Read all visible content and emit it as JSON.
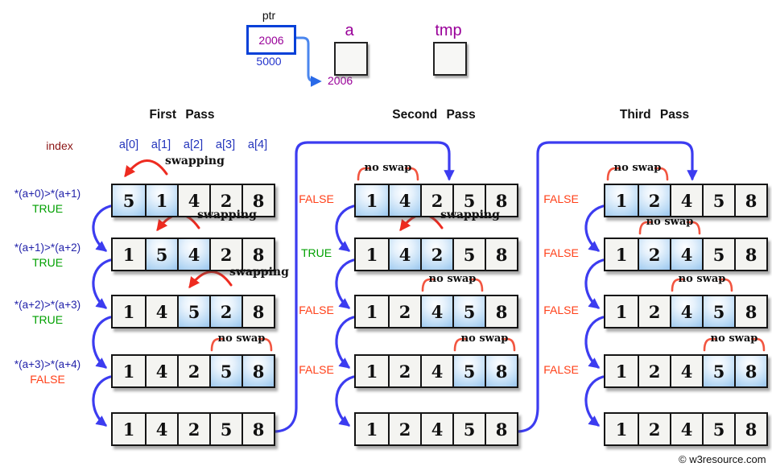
{
  "pointer": {
    "label": "ptr",
    "value": "2006",
    "address": "5000",
    "points_to": "2006"
  },
  "variables": [
    {
      "label": "a"
    },
    {
      "label": "tmp"
    }
  ],
  "index_row": {
    "label": "index",
    "headers": [
      "a[0]",
      "a[1]",
      "a[2]",
      "a[3]",
      "a[4]"
    ]
  },
  "passes": [
    {
      "title": "First Pass",
      "rows": [
        {
          "values": [
            "5",
            "1",
            "4",
            "2",
            "8"
          ],
          "highlight": [
            0,
            1
          ],
          "annotation": "swapping",
          "condition": "*(a+0)>*(a+1)",
          "result": "TRUE"
        },
        {
          "values": [
            "1",
            "5",
            "4",
            "2",
            "8"
          ],
          "highlight": [
            1,
            2
          ],
          "annotation": "swapping",
          "condition": "*(a+1)>*(a+2)",
          "result": "TRUE"
        },
        {
          "values": [
            "1",
            "4",
            "5",
            "2",
            "8"
          ],
          "highlight": [
            2,
            3
          ],
          "annotation": "swapping",
          "condition": "*(a+2)>*(a+3)",
          "result": "TRUE"
        },
        {
          "values": [
            "1",
            "4",
            "2",
            "5",
            "8"
          ],
          "highlight": [
            3,
            4
          ],
          "annotation": "no swap",
          "condition": "*(a+3)>*(a+4)",
          "result": "FALSE"
        },
        {
          "values": [
            "1",
            "4",
            "2",
            "5",
            "8"
          ],
          "highlight": [],
          "annotation": null,
          "condition": null,
          "result": null
        }
      ]
    },
    {
      "title": "Second Pass",
      "rows": [
        {
          "values": [
            "1",
            "4",
            "2",
            "5",
            "8"
          ],
          "highlight": [
            0,
            1
          ],
          "annotation": "no swap",
          "condition": null,
          "result": "FALSE"
        },
        {
          "values": [
            "1",
            "4",
            "2",
            "5",
            "8"
          ],
          "highlight": [
            1,
            2
          ],
          "annotation": "swapping",
          "condition": null,
          "result": "TRUE"
        },
        {
          "values": [
            "1",
            "2",
            "4",
            "5",
            "8"
          ],
          "highlight": [
            2,
            3
          ],
          "annotation": "no swap",
          "condition": null,
          "result": "FALSE"
        },
        {
          "values": [
            "1",
            "2",
            "4",
            "5",
            "8"
          ],
          "highlight": [
            3,
            4
          ],
          "annotation": "no swap",
          "condition": null,
          "result": "FALSE"
        },
        {
          "values": [
            "1",
            "2",
            "4",
            "5",
            "8"
          ],
          "highlight": [],
          "annotation": null,
          "condition": null,
          "result": null
        }
      ]
    },
    {
      "title": "Third Pass",
      "rows": [
        {
          "values": [
            "1",
            "2",
            "4",
            "5",
            "8"
          ],
          "highlight": [
            0,
            1
          ],
          "annotation": "no swap",
          "condition": null,
          "result": "FALSE"
        },
        {
          "values": [
            "1",
            "2",
            "4",
            "5",
            "8"
          ],
          "highlight": [
            1,
            2
          ],
          "annotation": "no swap",
          "condition": null,
          "result": "FALSE"
        },
        {
          "values": [
            "1",
            "2",
            "4",
            "5",
            "8"
          ],
          "highlight": [
            2,
            3
          ],
          "annotation": "no swap",
          "condition": null,
          "result": "FALSE"
        },
        {
          "values": [
            "1",
            "2",
            "4",
            "5",
            "8"
          ],
          "highlight": [
            3,
            4
          ],
          "annotation": "no swap",
          "condition": null,
          "result": "FALSE"
        },
        {
          "values": [
            "1",
            "2",
            "4",
            "5",
            "8"
          ],
          "highlight": [],
          "annotation": null,
          "condition": null,
          "result": null
        }
      ]
    }
  ],
  "watermark": "© w3resource.com",
  "colors": {
    "connector_blue": "#3c3cf0",
    "pointer_arrow_blue": "#4a86ee",
    "swap_arrow_red": "#ee2b20",
    "bracket_red": "#f25540",
    "true_green": "#00a000",
    "false_red": "#ff4019",
    "condition_navy": "#2222aa",
    "index_maroon": "#8b1515",
    "array_label_blue": "#2233bb",
    "purple": "#990099",
    "pointer_border_blue": "#0540d8",
    "address_blue": "#2233cc",
    "highlight_blue": "#99c5ee"
  }
}
